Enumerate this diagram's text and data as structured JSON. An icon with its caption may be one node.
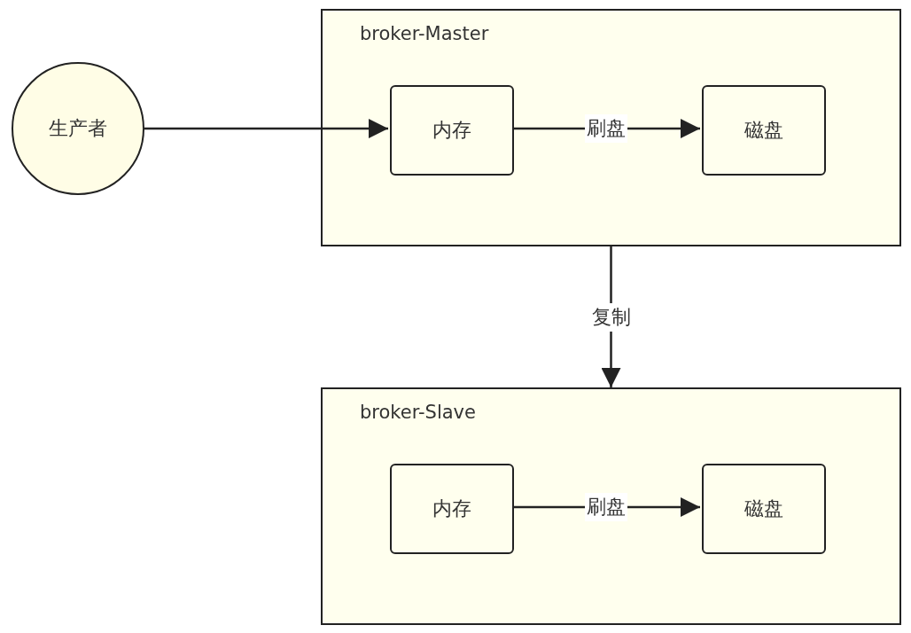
{
  "diagram": {
    "nodes": [
      {
        "text": [
          "生产者"
        ]
      },
      {
        "text": [
          "broker-Master"
        ]
      },
      {
        "text": [
          "内存"
        ],
        "in": 1
      },
      {
        "text": [
          "磁盘"
        ],
        "in": 1
      },
      {
        "text": [
          "broker-Slave"
        ]
      },
      {
        "text": [
          "内存"
        ],
        "in": 4
      },
      {
        "text": [
          "磁盘"
        ],
        "in": 4
      }
    ],
    "edges": [
      {
        "from": 0,
        "to": 2,
        "arrow": "to"
      },
      {
        "from": 2,
        "to": 3,
        "arrow": "to",
        "label": "刷盘"
      },
      {
        "from": 1,
        "to": 4,
        "arrow": "to",
        "label": "复制"
      },
      {
        "from": 5,
        "to": 6,
        "arrow": "to",
        "label": "刷盘"
      }
    ]
  }
}
